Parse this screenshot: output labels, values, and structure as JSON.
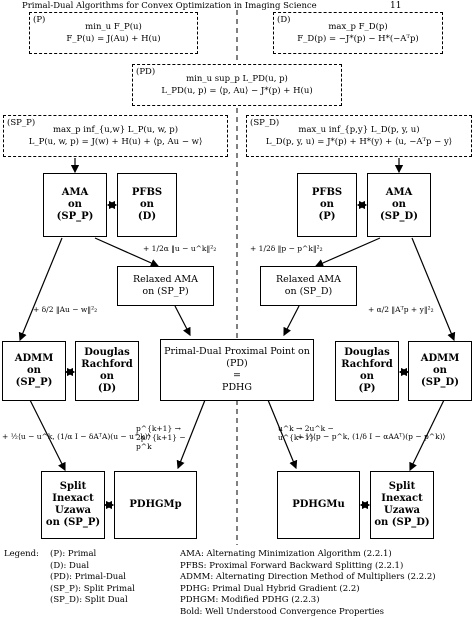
{
  "header": {
    "running_title": "Primal-Dual Algorithms for Convex Optimization in Imaging Science",
    "page_number": "11"
  },
  "problems": {
    "p": {
      "tag": "(P)",
      "line1": "min_u F_P(u)",
      "line2": "F_P(u) = J(Au) + H(u)"
    },
    "d": {
      "tag": "(D)",
      "line1": "max_p F_D(p)",
      "line2": "F_D(p) = −J*(p) − H*(−Aᵀp)"
    },
    "pd": {
      "tag": "(PD)",
      "line1": "min_u sup_p L_PD(u, p)",
      "line2": "L_PD(u, p) = ⟨p, Au⟩ − J*(p) + H(u)"
    },
    "spp": {
      "tag": "(SP_P)",
      "line1": "max_p inf_{u,w} L_P(u, w, p)",
      "line2": "L_P(u, w, p) = J(w) + H(u) + ⟨p, Au − w⟩"
    },
    "spd": {
      "tag": "(SP_D)",
      "line1": "max_u inf_{p,y} L_D(p, y, u)",
      "line2": "L_D(p, y, u) = J*(p) + H*(y) + ⟨u, −Aᵀp − y⟩"
    }
  },
  "algorithms": {
    "ama_spp": [
      "AMA",
      "on",
      "(SP_P)"
    ],
    "pfbs_d": [
      "PFBS",
      "on",
      "(D)"
    ],
    "pfbs_p": [
      "PFBS",
      "on",
      "(P)"
    ],
    "ama_spd": [
      "AMA",
      "on",
      "(SP_D)"
    ],
    "relaxed_ama_spp": [
      "Relaxed AMA",
      "on (SP_P)"
    ],
    "relaxed_ama_spd": [
      "Relaxed AMA",
      "on (SP_D)"
    ],
    "admm_spp": [
      "ADMM",
      "on",
      "(SP_P)"
    ],
    "dr_d": [
      "Douglas",
      "Rachford",
      "on",
      "(D)"
    ],
    "ppp": [
      "Primal-Dual Proximal Point on",
      "(PD)",
      "=",
      "PDHG"
    ],
    "dr_p": [
      "Douglas",
      "Rachford",
      "on",
      "(P)"
    ],
    "admm_spd": [
      "ADMM",
      "on",
      "(SP_D)"
    ],
    "siu_spp": [
      "Split",
      "Inexact",
      "Uzawa",
      "on (SP_P)"
    ],
    "pdhgmp": "PDHGMp",
    "pdhgmu": "PDHGMu",
    "siu_spd": [
      "Split",
      "Inexact",
      "Uzawa",
      "on (SP_D)"
    ]
  },
  "edge_labels": {
    "relax_left": "+ 1/2α ‖u − u^k‖²₂",
    "relax_right": "+ 1/2δ ‖p − p^k‖²₂",
    "admm_left": "+ δ/2 ‖Au − w‖²₂",
    "admm_right": "+ α/2 ‖Aᵀp + y‖²₂",
    "siu_left": "+ ½⟨u − u^k, (1/α I − δAᵀA)(u − u^k)⟩",
    "siu_right": "+ ½⟨p − p^k, (1/δ I − αAAᵀ)(p − p^k)⟩",
    "pk_left": "p^{k+1} → 2p^{k+1} − p^k",
    "uk_right": "u^k → 2u^k − u^{k−1}"
  },
  "legend": {
    "title": "Legend:",
    "left": [
      "(P): Primal",
      "(D): Dual",
      "(PD): Primal-Dual",
      "(SP_P): Split Primal",
      "(SP_D): Split Dual"
    ],
    "right": [
      "AMA: Alternating Minimization Algorithm (2.2.1)",
      "PFBS: Proximal Forward Backward Splitting (2.2.1)",
      "ADMM: Alternating Direction Method of Multipliers (2.2.2)",
      "PDHG: Primal Dual Hybrid Gradient (2.2)",
      "PDHGM: Modified PDHG (2.2.3)",
      "Bold: Well Understood Convergence Properties"
    ]
  }
}
